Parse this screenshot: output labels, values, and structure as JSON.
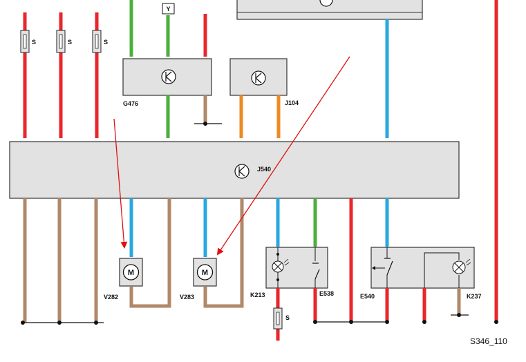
{
  "colors": {
    "red": "#e8262b",
    "green": "#4caf3c",
    "blue": "#29a8e0",
    "brown": "#b08868",
    "orange": "#ee8a22",
    "component_fill": "#e2e2e2",
    "arrow": "#e01010"
  },
  "connector_label": "Y",
  "components": {
    "g476": "G476",
    "j104": "J104",
    "j540": "J540",
    "v282": "V282",
    "v283": "V283",
    "k213": "K213",
    "e538": "E538",
    "e540": "E540",
    "k237": "K237"
  },
  "fuse_label": "S",
  "figure_id": "S346_110",
  "icons": {
    "control_unit": "transistor-symbol-icon",
    "motor": "motor-M-icon",
    "lamp": "lamp-icon",
    "switch": "switch-icon",
    "fuse": "fuse-icon"
  }
}
